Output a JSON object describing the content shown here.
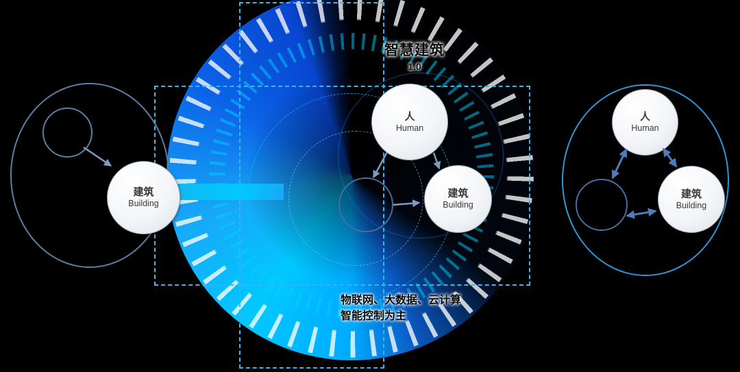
{
  "title": {
    "text": "智慧建筑",
    "version": "1.0"
  },
  "caption": {
    "line1": "物联网、大数据、云计算",
    "line2": "智能控制为主"
  },
  "groups": {
    "left": {
      "building": {
        "cn": "建筑",
        "en": "Building"
      }
    },
    "middle": {
      "human": {
        "cn": "人",
        "en": "Human"
      },
      "building": {
        "cn": "建筑",
        "en": "Building"
      }
    },
    "right": {
      "human": {
        "cn": "人",
        "en": "Human"
      },
      "building": {
        "cn": "建筑",
        "en": "Building"
      }
    }
  },
  "colors": {
    "background": "#000000",
    "dashed_frame_blue": "#38b6f2",
    "scope_circle_gray_blue": "#5b7fa6",
    "scope_circle_bright_blue": "#2f97d5",
    "arrow_gray_blue": "#7d9cc0",
    "arrow_blue": "#4e7dbd",
    "turbine_cyan": "#00c8ff",
    "turbine_deep_blue": "#0846d0"
  }
}
